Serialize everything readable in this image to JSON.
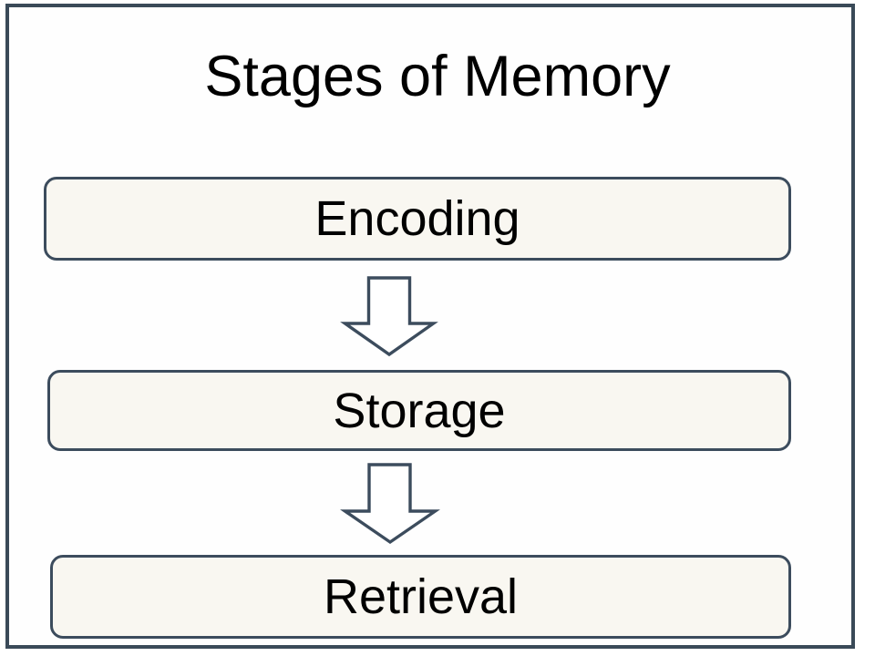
{
  "slide": {
    "title": "Stages of Memory",
    "background_color": "#ffffff",
    "frame_border_color": "#3a4a58"
  },
  "diagram": {
    "type": "flowchart",
    "orientation": "vertical",
    "box_fill_color": "#f9f7f1",
    "box_border_color": "#3c4c5d",
    "arrow_fill_color": "#ffffff",
    "arrow_border_color": "#3c4c5d",
    "stages": [
      {
        "label": "Encoding"
      },
      {
        "label": "Storage"
      },
      {
        "label": "Retrieval"
      }
    ],
    "connectors": [
      {
        "label": "down-arrow-encoding-to-storage"
      },
      {
        "label": "down-arrow-storage-to-retrieval"
      }
    ]
  }
}
